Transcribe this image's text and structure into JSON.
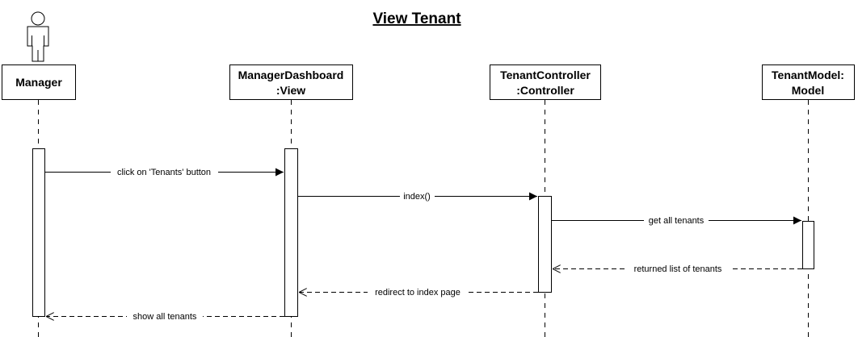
{
  "title": "View Tenant",
  "lifelines": [
    {
      "id": "manager",
      "line1": "Manager",
      "line2": ""
    },
    {
      "id": "dashboard",
      "line1": "ManagerDashboard",
      "line2": ":View"
    },
    {
      "id": "controller",
      "line1": "TenantController",
      "line2": ":Controller"
    },
    {
      "id": "model",
      "line1": "TenantModel:",
      "line2": "Model"
    }
  ],
  "messages": [
    {
      "id": "click-tenants",
      "from": "manager",
      "to": "dashboard",
      "label": "click on 'Tenants' button",
      "style": "solid"
    },
    {
      "id": "index-call",
      "from": "dashboard",
      "to": "controller",
      "label": "index()",
      "style": "solid"
    },
    {
      "id": "get-all-tenants",
      "from": "controller",
      "to": "model",
      "label": "get all tenants",
      "style": "solid"
    },
    {
      "id": "returned-list",
      "from": "model",
      "to": "controller",
      "label": "returned list of tenants",
      "style": "dashed"
    },
    {
      "id": "redirect-index",
      "from": "controller",
      "to": "dashboard",
      "label": "redirect to index page",
      "style": "dashed"
    },
    {
      "id": "show-tenants",
      "from": "dashboard",
      "to": "manager",
      "label": "show all tenants",
      "style": "dashed"
    }
  ]
}
